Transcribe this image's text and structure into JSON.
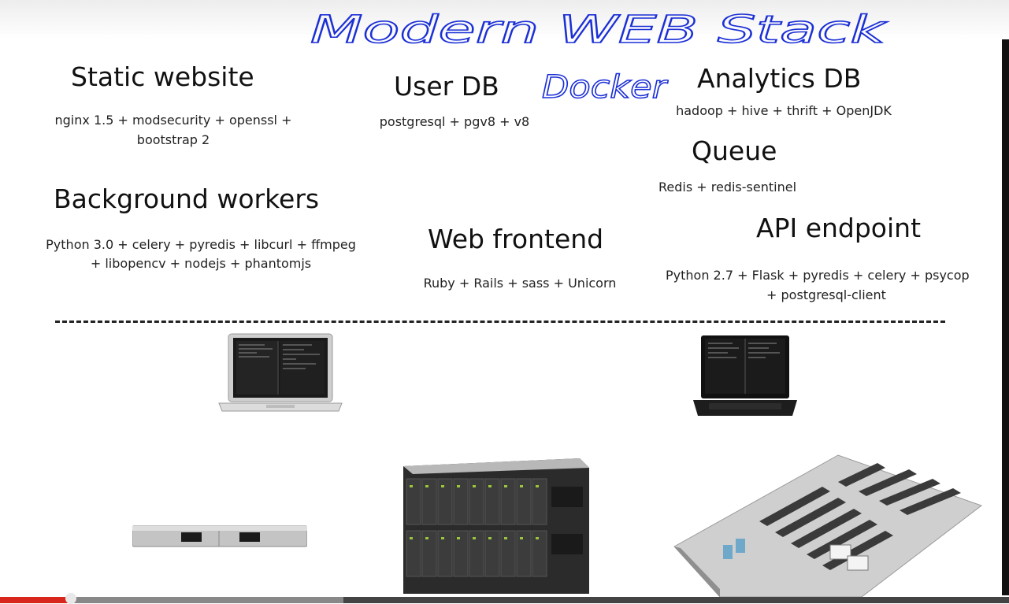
{
  "annotations": {
    "title": "Modern WEB Stack",
    "note": "Docker"
  },
  "blocks": {
    "static_website": {
      "title": "Static website",
      "line1": "nginx 1.5 + modsecurity + openssl +",
      "line2": "bootstrap 2"
    },
    "user_db": {
      "title": "User DB",
      "line1": "postgresql + pgv8 + v8"
    },
    "analytics_db": {
      "title": "Analytics DB",
      "line1": "hadoop + hive + thrift + OpenJDK"
    },
    "queue": {
      "title": "Queue",
      "line1": "Redis + redis-sentinel"
    },
    "background_workers": {
      "title": "Background workers",
      "line1": "Python 3.0 + celery + pyredis + libcurl + ffmpeg",
      "line2": "+ libopencv + nodejs + phantomjs"
    },
    "web_frontend": {
      "title": "Web frontend",
      "line1": "Ruby + Rails + sass + Unicorn"
    },
    "api_endpoint": {
      "title": "API endpoint",
      "line1": "Python 2.7 + Flask + pyredis + celery + psycop",
      "line2": "+ postgresql-client"
    }
  },
  "devices": [
    "laptop-silver",
    "laptop-black",
    "rack-server",
    "blade-chassis",
    "datacenter"
  ],
  "player": {
    "played_fraction": 0.07,
    "buffered_fraction": 0.34,
    "accent": "#d9261c"
  }
}
